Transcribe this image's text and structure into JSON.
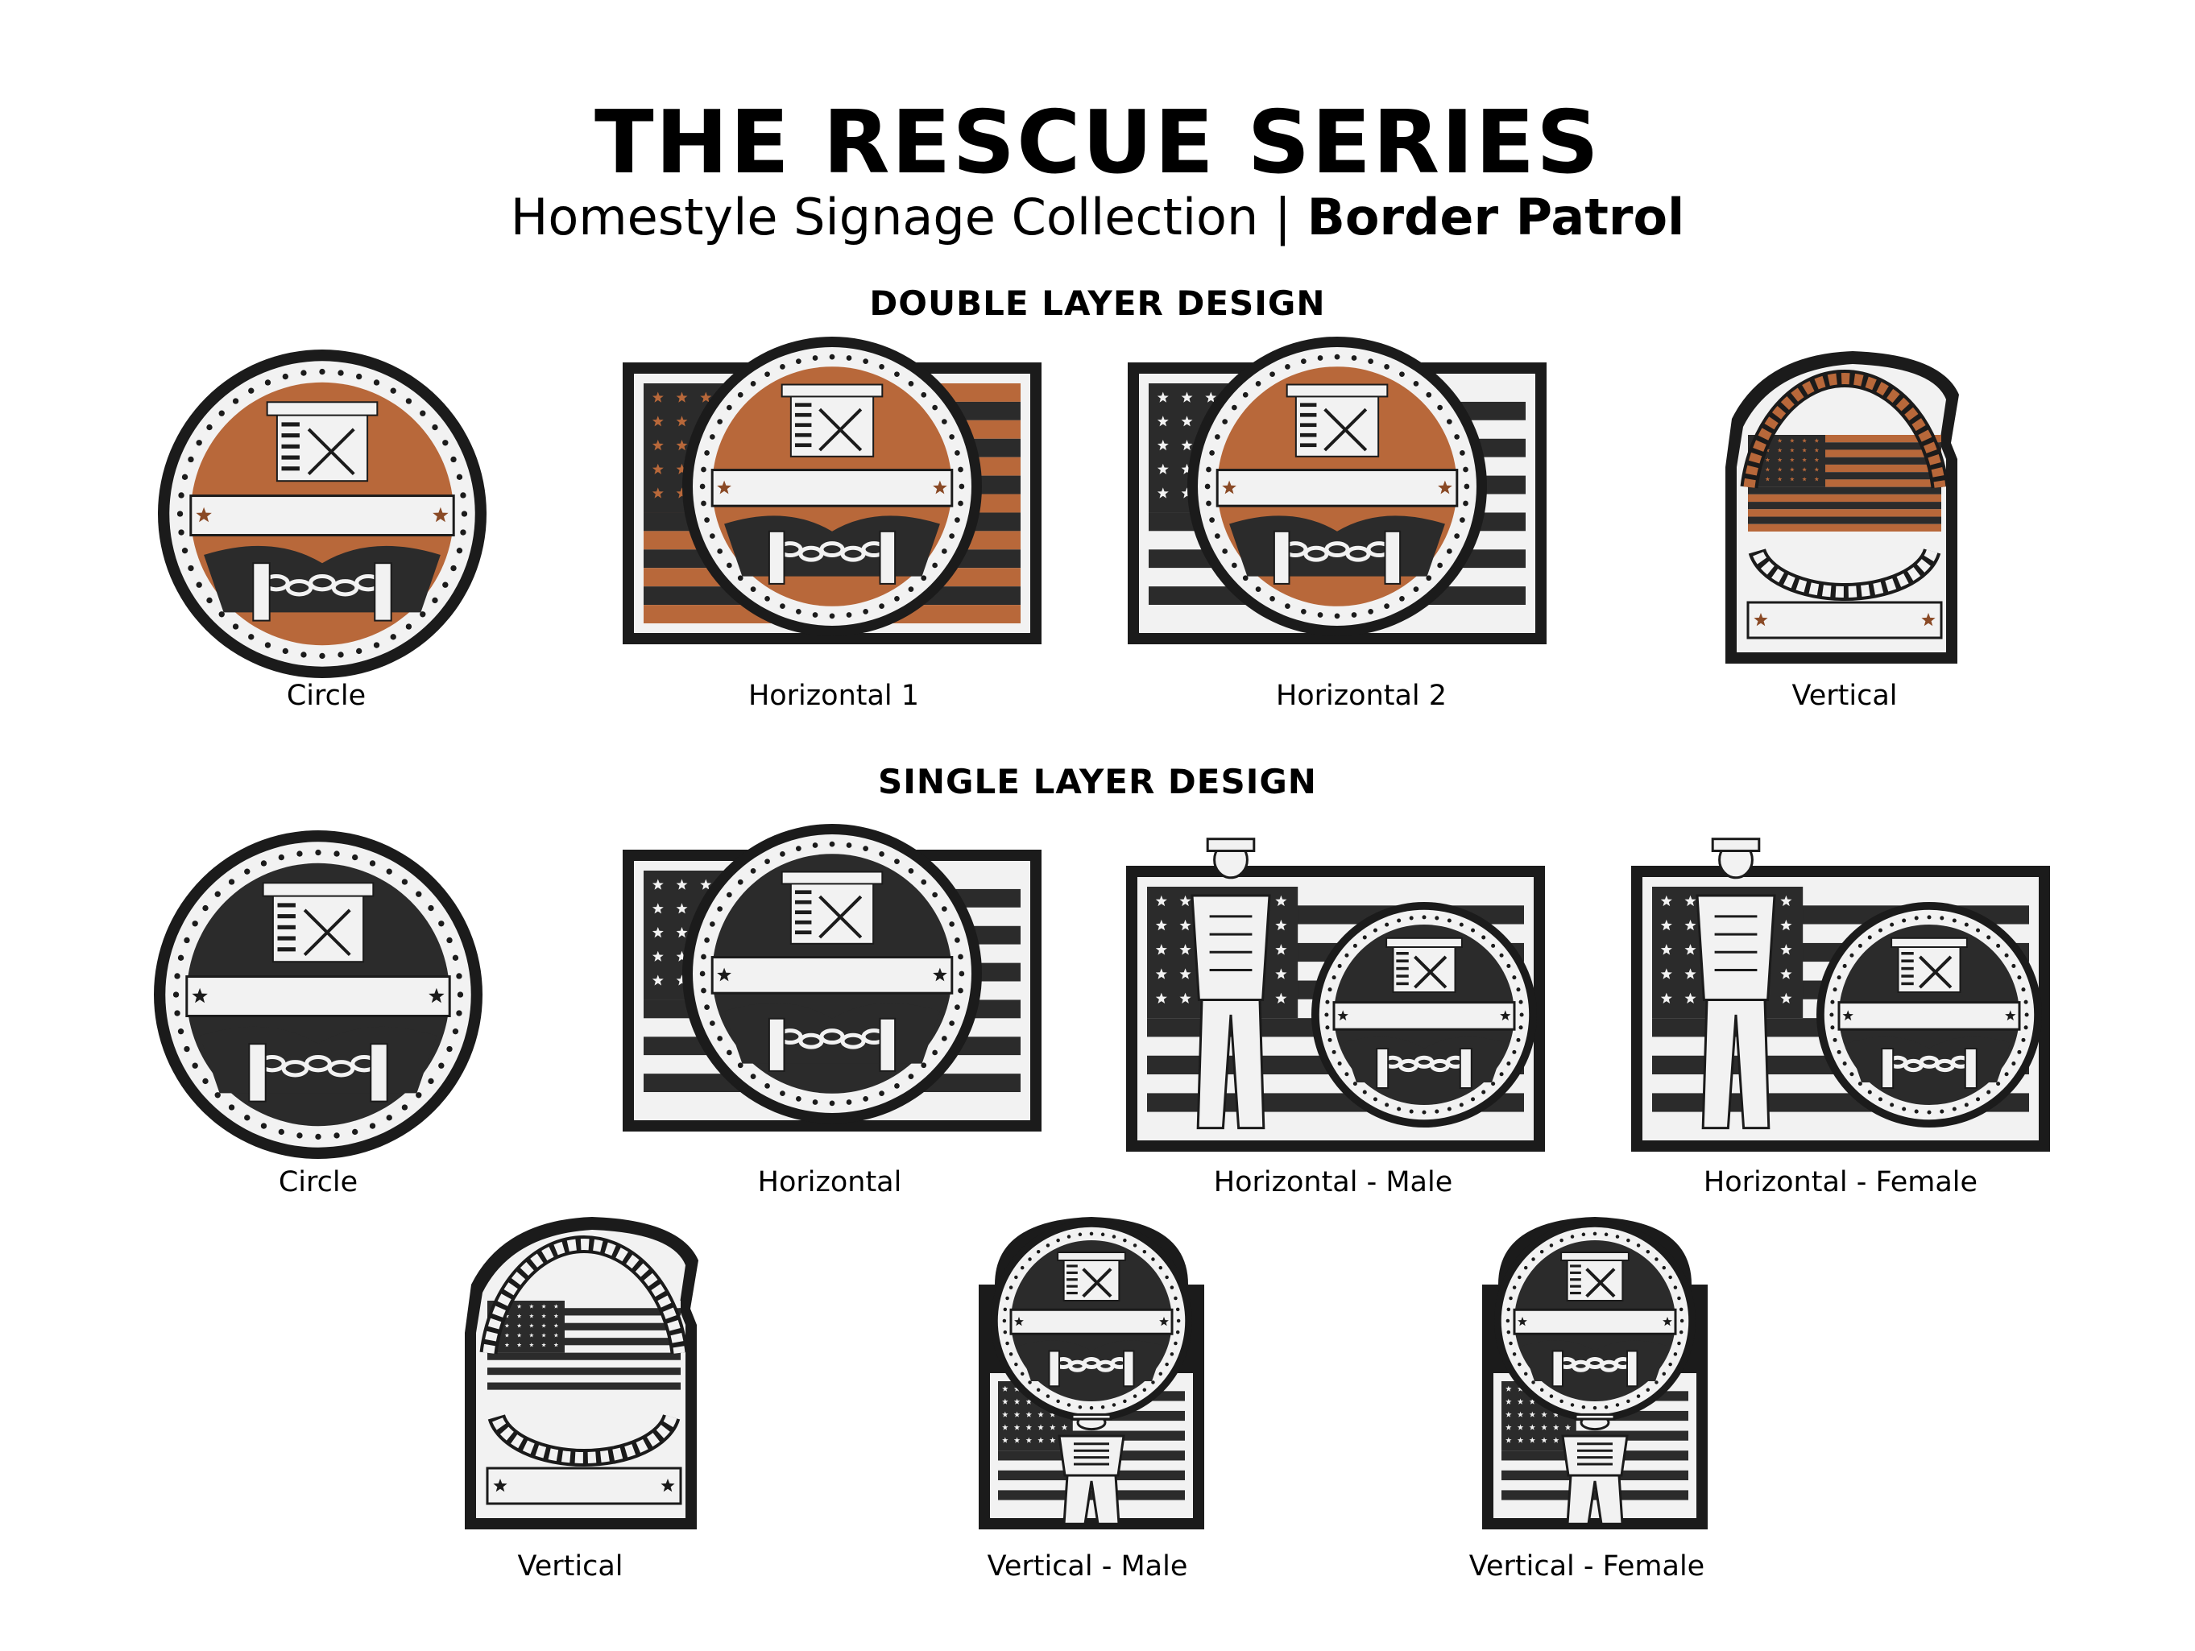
{
  "header": {
    "title": "THE RESCUE SERIES",
    "subtitle_prefix": "Homestyle Signage Collection | ",
    "subtitle_bold": "Border Patrol"
  },
  "sections": {
    "double": {
      "heading": "DOUBLE LAYER DESIGN",
      "captions": [
        "Circle",
        "Horizontal 1",
        "Horizontal 2",
        "Vertical"
      ]
    },
    "single": {
      "heading": "SINGLE LAYER DESIGN",
      "captions": [
        "Circle",
        "Horizontal",
        "Horizontal - Male",
        "Horizontal - Female",
        "Vertical",
        "Vertical - Male",
        "Vertical - Female"
      ]
    }
  },
  "colors": {
    "wood": "#b8683a",
    "wood_dark": "#8a4a26",
    "frame": "#1b1b1b",
    "white_layer": "#f2f2f2",
    "dark_layer": "#2b2b2b"
  },
  "icons": [
    "star-icon",
    "watchtower-icon",
    "chain-icon",
    "barbed-wire-icon",
    "agent-figure-icon",
    "flag-icon"
  ]
}
